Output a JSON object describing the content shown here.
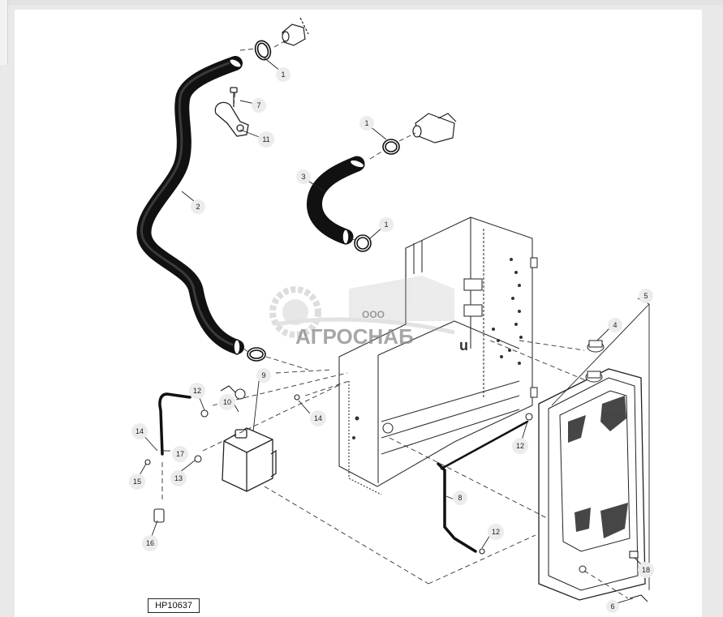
{
  "drawing_reference": "HP10637",
  "watermark": {
    "company_prefix": "ООО",
    "company_name": "АГРОСНАБ",
    "trailing_letter": "u"
  },
  "callouts": [
    {
      "id": "c1a",
      "label": "1"
    },
    {
      "id": "c7",
      "label": "7"
    },
    {
      "id": "c11",
      "label": "11"
    },
    {
      "id": "c2",
      "label": "2"
    },
    {
      "id": "c1b",
      "label": "1"
    },
    {
      "id": "c3",
      "label": "3"
    },
    {
      "id": "c1c",
      "label": "1"
    },
    {
      "id": "c5",
      "label": "5"
    },
    {
      "id": "c4",
      "label": "4"
    },
    {
      "id": "c9",
      "label": "9"
    },
    {
      "id": "c10",
      "label": "10"
    },
    {
      "id": "c12a",
      "label": "12"
    },
    {
      "id": "c14a",
      "label": "14"
    },
    {
      "id": "c14b",
      "label": "14"
    },
    {
      "id": "c17",
      "label": "17"
    },
    {
      "id": "c15",
      "label": "15"
    },
    {
      "id": "c13",
      "label": "13"
    },
    {
      "id": "c16",
      "label": "16"
    },
    {
      "id": "c12b",
      "label": "12"
    },
    {
      "id": "c8",
      "label": "8"
    },
    {
      "id": "c12c",
      "label": "12"
    },
    {
      "id": "c18",
      "label": "18"
    },
    {
      "id": "c6",
      "label": "6"
    }
  ]
}
